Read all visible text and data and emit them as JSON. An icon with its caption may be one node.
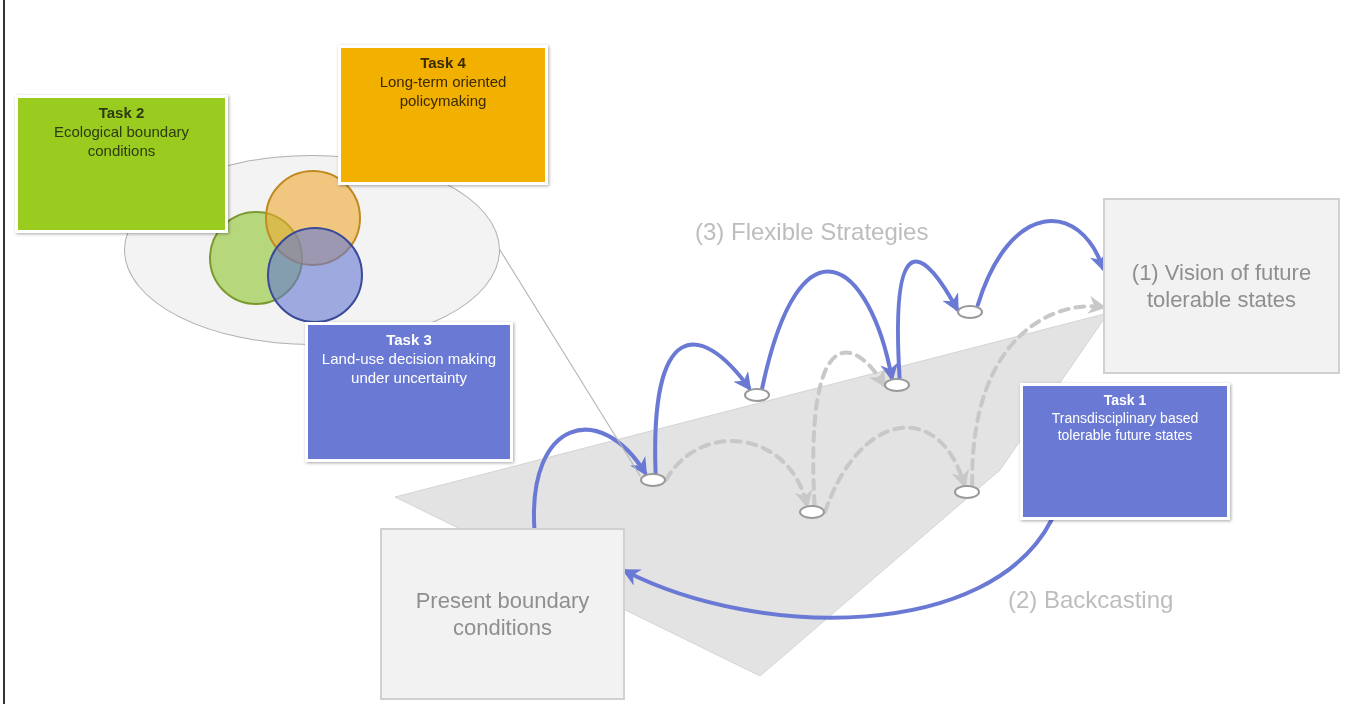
{
  "diagram": {
    "nodes": [
      {
        "text": [
          "Task 2",
          "Ecological boundary conditions"
        ]
      },
      {
        "text": [
          "Task 4",
          "Long-term oriented policymaking"
        ]
      },
      {
        "text": [
          "Task 3",
          "Land-use decision making under uncertainty"
        ]
      },
      {
        "text": [
          "(1) Vision of future tolerable states"
        ]
      },
      {
        "text": [
          "Task 1",
          "Transdisciplinary based tolerable future states"
        ]
      },
      {
        "text": [
          "Present boundary conditions"
        ]
      },
      {
        "text": [],
        "shape": "ellipse"
      },
      {
        "text": [],
        "shape": "ellipse"
      },
      {
        "text": [],
        "shape": "ellipse"
      },
      {
        "text": [],
        "shape": "ellipse"
      },
      {
        "text": [],
        "shape": "ellipse"
      },
      {
        "text": [],
        "shape": "ellipse"
      },
      {
        "text": [],
        "shape": "ellipse"
      }
    ],
    "edges": [
      {
        "from": 5,
        "to": 6,
        "arrow": "to"
      },
      {
        "from": 6,
        "to": 7,
        "arrow": "to"
      },
      {
        "from": 7,
        "to": 9,
        "arrow": "to"
      },
      {
        "from": 9,
        "to": 11,
        "arrow": "to"
      },
      {
        "from": 11,
        "to": 3,
        "arrow": "to"
      },
      {
        "from": 4,
        "to": 5,
        "arrow": "to"
      },
      {
        "from": 6,
        "to": 8,
        "arrow": "to",
        "style": "dashed",
        "color": "#c8c8c8"
      },
      {
        "from": 8,
        "to": 9,
        "arrow": "to",
        "style": "dashed",
        "color": "#c8c8c8"
      },
      {
        "from": 8,
        "to": 10,
        "arrow": "to",
        "style": "dashed",
        "color": "#c8c8c8"
      },
      {
        "from": 10,
        "to": 3,
        "arrow": "to",
        "style": "dashed",
        "color": "#c8c8c8"
      },
      {
        "from": 12,
        "to": 6,
        "arrow": "none",
        "color": "#b8b8b8"
      }
    ],
    "labels": [
      "(3) Flexible Strategies",
      "(2) Backcasting"
    ]
  }
}
